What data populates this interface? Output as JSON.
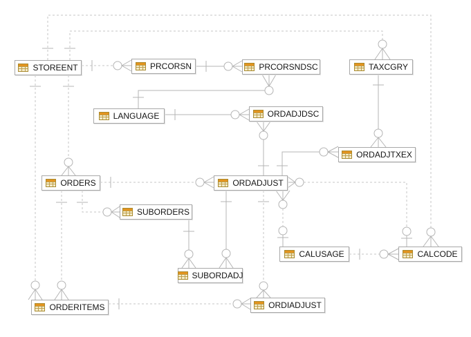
{
  "diagram": {
    "type": "entity-relationship-diagram",
    "notation": "crows-foot",
    "entities": [
      {
        "id": "storeent",
        "label": "STOREENT",
        "icon": "table-icon"
      },
      {
        "id": "prcorsn",
        "label": "PRCORSN",
        "icon": "table-icon"
      },
      {
        "id": "prcorsndsc",
        "label": "PRCORSNDSC",
        "icon": "table-icon"
      },
      {
        "id": "taxcgry",
        "label": "TAXCGRY",
        "icon": "table-icon"
      },
      {
        "id": "language",
        "label": "LANGUAGE",
        "icon": "table-icon"
      },
      {
        "id": "ordadjdsc",
        "label": "ORDADJDSC",
        "icon": "table-icon"
      },
      {
        "id": "ordadjtxex",
        "label": "ORDADJTXEX",
        "icon": "table-icon"
      },
      {
        "id": "orders",
        "label": "ORDERS",
        "icon": "table-icon"
      },
      {
        "id": "ordadjust",
        "label": "ORDADJUST",
        "icon": "table-icon"
      },
      {
        "id": "suborders",
        "label": "SUBORDERS",
        "icon": "table-icon"
      },
      {
        "id": "subordadj",
        "label": "SUBORDADJ",
        "icon": "table-icon"
      },
      {
        "id": "calusage",
        "label": "CALUSAGE",
        "icon": "table-icon"
      },
      {
        "id": "calcode",
        "label": "CALCODE",
        "icon": "table-icon"
      },
      {
        "id": "orderitems",
        "label": "ORDERITEMS",
        "icon": "table-icon"
      },
      {
        "id": "ordiadjust",
        "label": "ORDIADJUST",
        "icon": "table-icon"
      }
    ],
    "relationships": [
      {
        "from": "STOREENT",
        "to": "CALCODE",
        "from_cardinality": "one",
        "to_cardinality": "zero-or-many",
        "line_style": "dashed"
      },
      {
        "from": "STOREENT",
        "to": "TAXCGRY",
        "from_cardinality": "one",
        "to_cardinality": "zero-or-many",
        "line_style": "dashed"
      },
      {
        "from": "STOREENT",
        "to": "PRCORSN",
        "from_cardinality": "one",
        "to_cardinality": "zero-or-many",
        "line_style": "dashed"
      },
      {
        "from": "STOREENT",
        "to": "ORDERITEMS",
        "from_cardinality": "one",
        "to_cardinality": "zero-or-many",
        "line_style": "dashed"
      },
      {
        "from": "STOREENT",
        "to": "ORDERS",
        "from_cardinality": "one",
        "to_cardinality": "zero-or-many",
        "line_style": "dashed"
      },
      {
        "from": "PRCORSN",
        "to": "PRCORSNDSC",
        "from_cardinality": "one",
        "to_cardinality": "zero-or-many",
        "line_style": "solid"
      },
      {
        "from": "LANGUAGE",
        "to": "PRCORSNDSC",
        "from_cardinality": "one",
        "to_cardinality": "zero-or-many",
        "line_style": "solid"
      },
      {
        "from": "LANGUAGE",
        "to": "ORDADJDSC",
        "from_cardinality": "one",
        "to_cardinality": "zero-or-many",
        "line_style": "solid"
      },
      {
        "from": "ORDADJUST",
        "to": "ORDADJDSC",
        "from_cardinality": "one",
        "to_cardinality": "zero-or-many",
        "line_style": "solid"
      },
      {
        "from": "ORDADJUST",
        "to": "ORDADJTXEX",
        "from_cardinality": "one",
        "to_cardinality": "zero-or-many",
        "line_style": "solid"
      },
      {
        "from": "TAXCGRY",
        "to": "ORDADJTXEX",
        "from_cardinality": "one",
        "to_cardinality": "zero-or-many",
        "line_style": "solid"
      },
      {
        "from": "ORDERS",
        "to": "ORDADJUST",
        "from_cardinality": "one",
        "to_cardinality": "zero-or-many",
        "line_style": "dashed"
      },
      {
        "from": "ORDERS",
        "to": "ORDERITEMS",
        "from_cardinality": "one",
        "to_cardinality": "zero-or-many",
        "line_style": "dashed"
      },
      {
        "from": "ORDERS",
        "to": "SUBORDERS",
        "from_cardinality": "one",
        "to_cardinality": "zero-or-many",
        "line_style": "dashed"
      },
      {
        "from": "SUBORDERS",
        "to": "SUBORDADJ",
        "from_cardinality": "one",
        "to_cardinality": "zero-or-many",
        "line_style": "solid"
      },
      {
        "from": "ORDADJUST",
        "to": "SUBORDADJ",
        "from_cardinality": "one",
        "to_cardinality": "zero-or-many",
        "line_style": "solid"
      },
      {
        "from": "ORDADJUST",
        "to": "ORDIADJUST",
        "from_cardinality": "one",
        "to_cardinality": "zero-or-many",
        "line_style": "dashed"
      },
      {
        "from": "CALUSAGE",
        "to": "ORDADJUST",
        "from_cardinality": "zero-or-one",
        "to_cardinality": "zero-or-many",
        "line_style": "dashed"
      },
      {
        "from": "CALCODE",
        "to": "ORDADJUST",
        "from_cardinality": "zero-or-one",
        "to_cardinality": "zero-or-many",
        "line_style": "dashed"
      },
      {
        "from": "CALUSAGE",
        "to": "CALCODE",
        "from_cardinality": "one",
        "to_cardinality": "zero-or-many",
        "line_style": "dashed"
      },
      {
        "from": "ORDERITEMS",
        "to": "ORDIADJUST",
        "from_cardinality": "one",
        "to_cardinality": "zero-or-many",
        "line_style": "dashed"
      }
    ],
    "colors": {
      "background": "#ffffff",
      "box_border": "#a8a8a8",
      "solid_line": "#b4b4b4",
      "dashed_line": "#c6c6c6",
      "label_text": "#141414",
      "icon_header": "#e3941f",
      "icon_body": "#f4ecca"
    }
  }
}
